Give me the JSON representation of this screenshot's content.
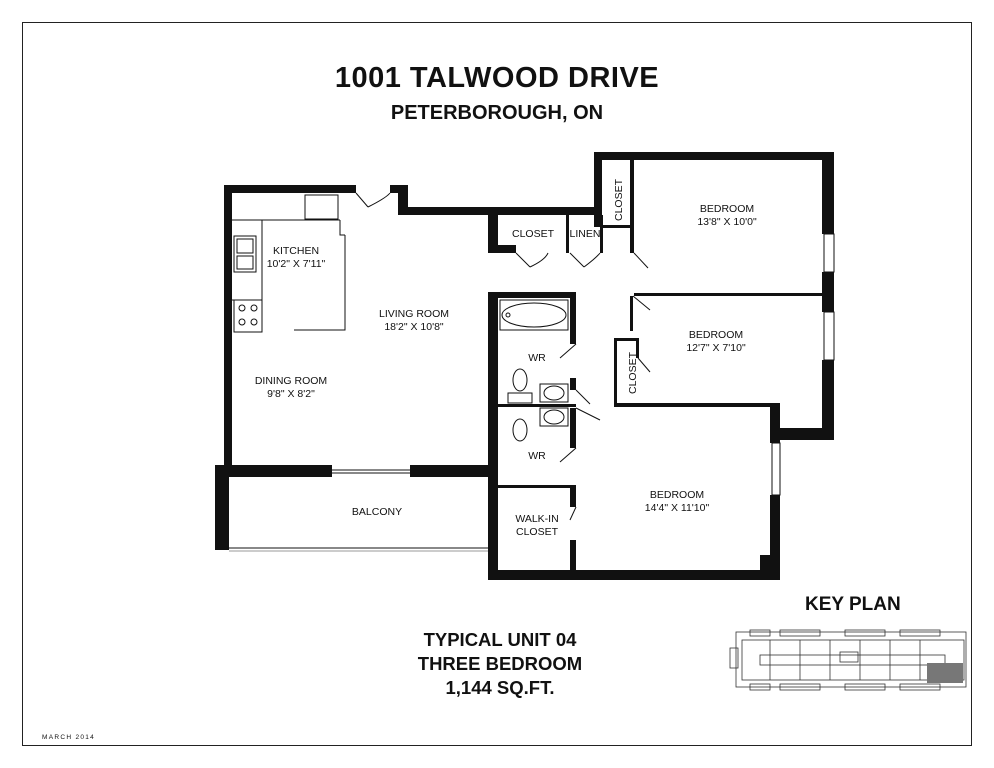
{
  "header": {
    "address": "1001 TALWOOD DRIVE",
    "city": "PETERBOROUGH, ON"
  },
  "rooms": {
    "kitchen": {
      "name": "KITCHEN",
      "size": "10'2\" X 7'11\""
    },
    "living_room": {
      "name": "LIVING ROOM",
      "size": "18'2\" X 10'8\""
    },
    "dining_room": {
      "name": "DINING ROOM",
      "size": "9'8\" X 8'2\""
    },
    "balcony": {
      "name": "BALCONY"
    },
    "closet_entry": {
      "name": "CLOSET"
    },
    "linen": {
      "name": "LINEN"
    },
    "closet_bedroom1": {
      "name": "CLOSET"
    },
    "bedroom1": {
      "name": "BEDROOM",
      "size": "13'8\" X 10'0\""
    },
    "bedroom2": {
      "name": "BEDROOM",
      "size": "12'7\" X 7'10\""
    },
    "closet_bedroom2": {
      "name": "CLOSET"
    },
    "wr1": {
      "name": "WR"
    },
    "wr2": {
      "name": "WR"
    },
    "walkin_closet": {
      "line1": "WALK-IN",
      "line2": "CLOSET"
    },
    "bedroom3": {
      "name": "BEDROOM",
      "size": "14'4\" X 11'10\""
    }
  },
  "unit_info": {
    "line1": "TYPICAL UNIT 04",
    "line2": "THREE BEDROOM",
    "line3": "1,144 SQ.FT."
  },
  "key_plan": {
    "title": "KEY PLAN"
  },
  "footer": {
    "date": "MARCH 2014"
  },
  "colors": {
    "wall": "#111111",
    "highlight": "#777777"
  }
}
